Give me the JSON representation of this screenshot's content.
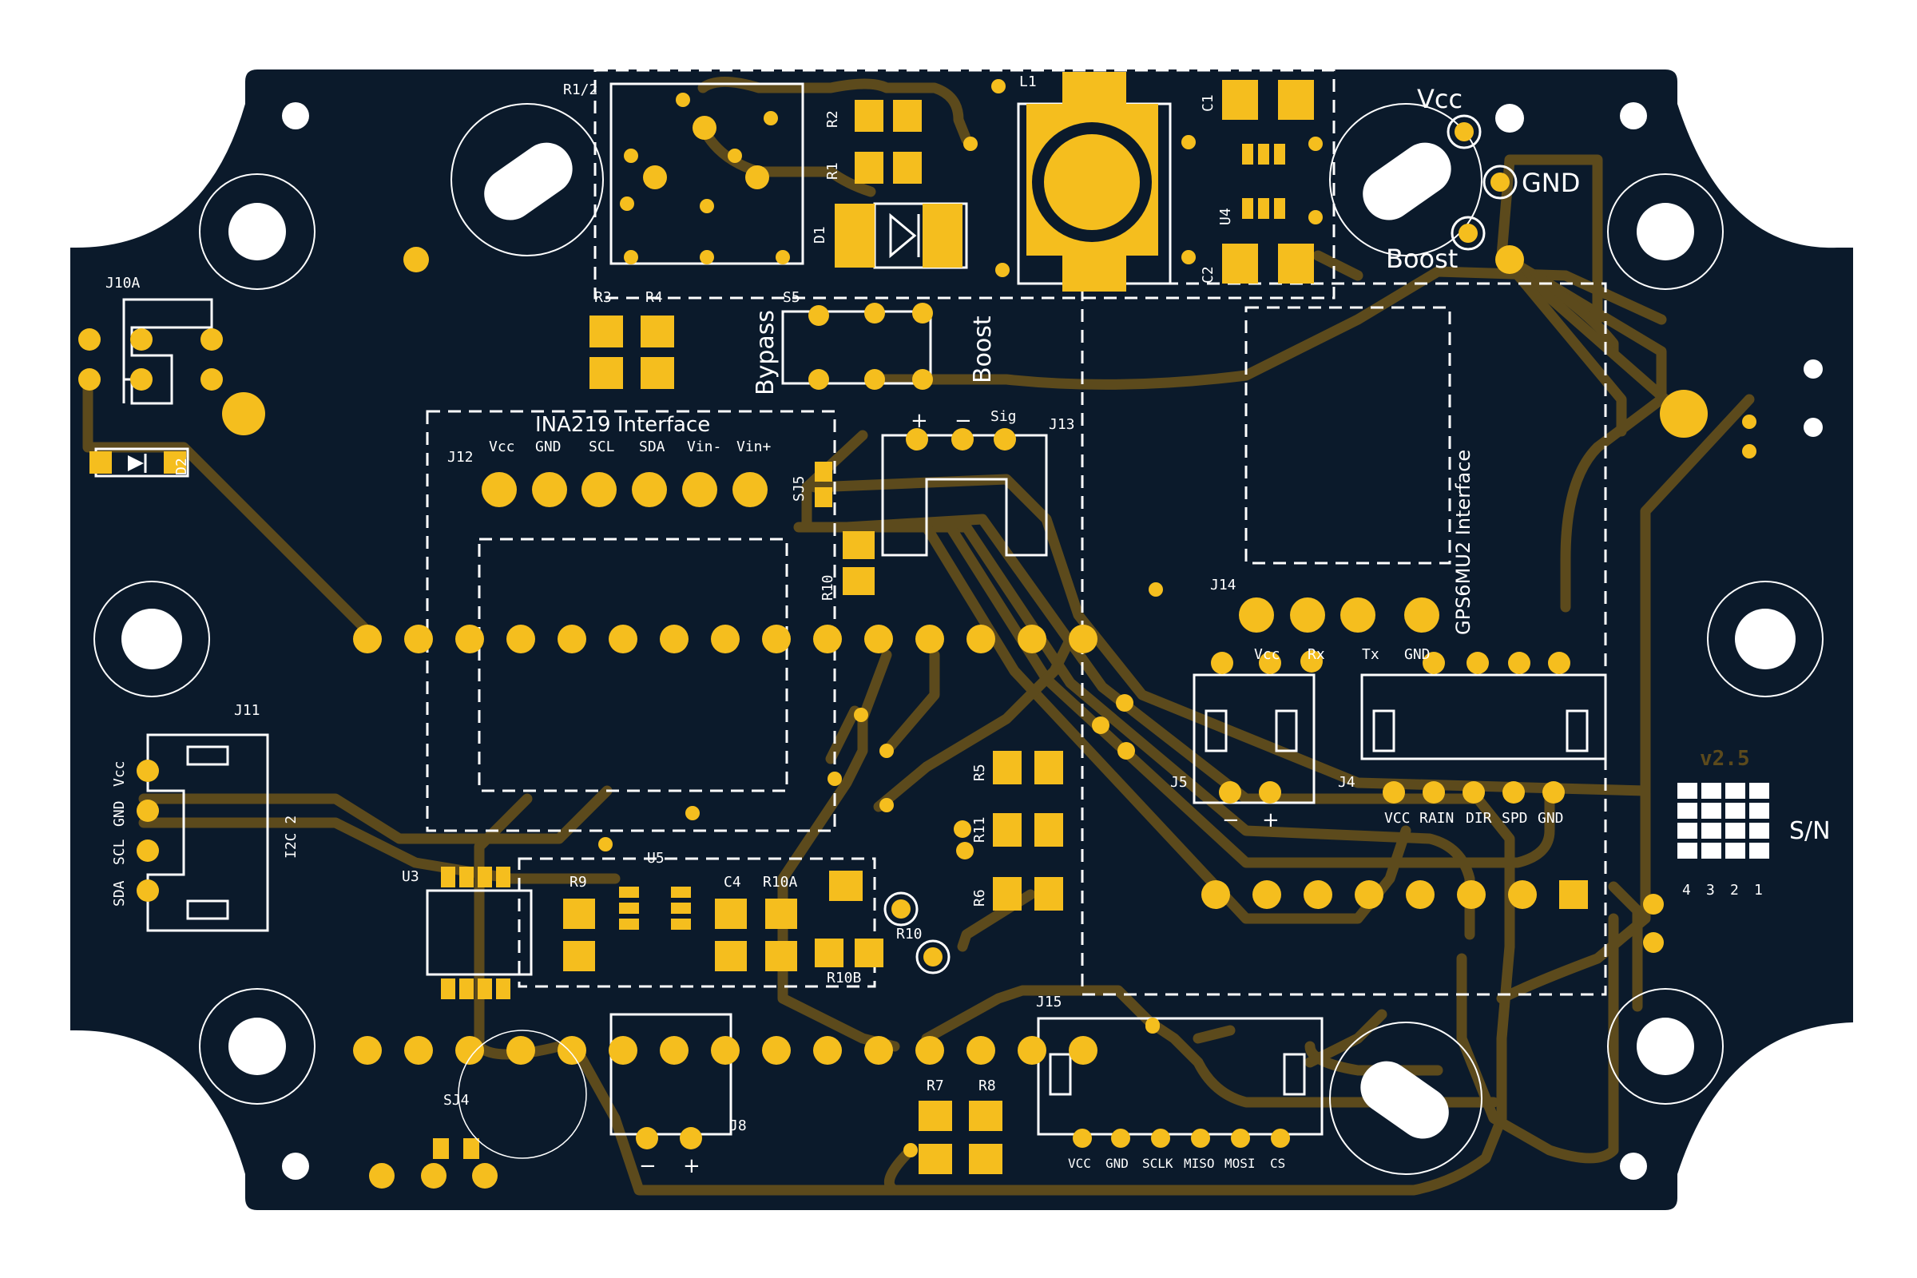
{
  "board": {
    "colors": {
      "substrate": "#0b1a2b",
      "copper": "#f5be1e",
      "trace": "#5c4a1c",
      "silkscreen": "#ffffff"
    },
    "version": "v2.5",
    "serial_label": "S/N",
    "serial_digits": [
      "4",
      "3",
      "2",
      "1"
    ]
  },
  "refdes": {
    "r12": "R1/2",
    "r2": "R2",
    "r1": "R1",
    "d1": "D1",
    "l1": "L1",
    "c1": "C1",
    "c2": "C2",
    "u4": "U4",
    "r3": "R3",
    "r4": "R4",
    "s5": "S5",
    "j10a": "J10A",
    "d2": "D2",
    "j12": "J12",
    "sj5": "SJ5",
    "r10": "R10",
    "r10b_label": "R10",
    "j13": "J13",
    "j14": "J14",
    "j11": "J11",
    "i2c2": "I2C 2",
    "r5": "R5",
    "r11": "R11",
    "r6": "R6",
    "j5": "J5",
    "j4": "J4",
    "u3": "U3",
    "u5": "U5",
    "r9": "R9",
    "c4": "C4",
    "r10a": "R10A",
    "r10b": "R10B",
    "sj4": "SJ4",
    "j8": "J8",
    "r7": "R7",
    "r8": "R8",
    "j15": "J15"
  },
  "labels": {
    "power_vcc": "Vcc",
    "power_gnd": "GND",
    "power_boost": "Boost",
    "switch_bypass": "Bypass",
    "switch_boost": "Boost",
    "ina_interface": "INA219 Interface",
    "ina_pins": [
      "Vcc",
      "GND",
      "SCL",
      "SDA",
      "Vin-",
      "Vin+"
    ],
    "j13_pins": [
      "+",
      "−",
      "Sig"
    ],
    "gps_interface": "GPS6MU2 Interface",
    "gps_pins": [
      "Vcc",
      "Rx",
      "Tx",
      "GND"
    ],
    "i2c_pins": [
      "SDA",
      "SCL",
      "GND",
      "Vcc"
    ],
    "j5_pins": [
      "−",
      "+"
    ],
    "j4_pins": [
      "VCC",
      "RAIN",
      "DIR",
      "SPD",
      "GND"
    ],
    "j8_pins": [
      "−",
      "+"
    ],
    "j15_pins": [
      "VCC",
      "GND",
      "SCLK",
      "MISO",
      "MOSI",
      "CS"
    ]
  }
}
